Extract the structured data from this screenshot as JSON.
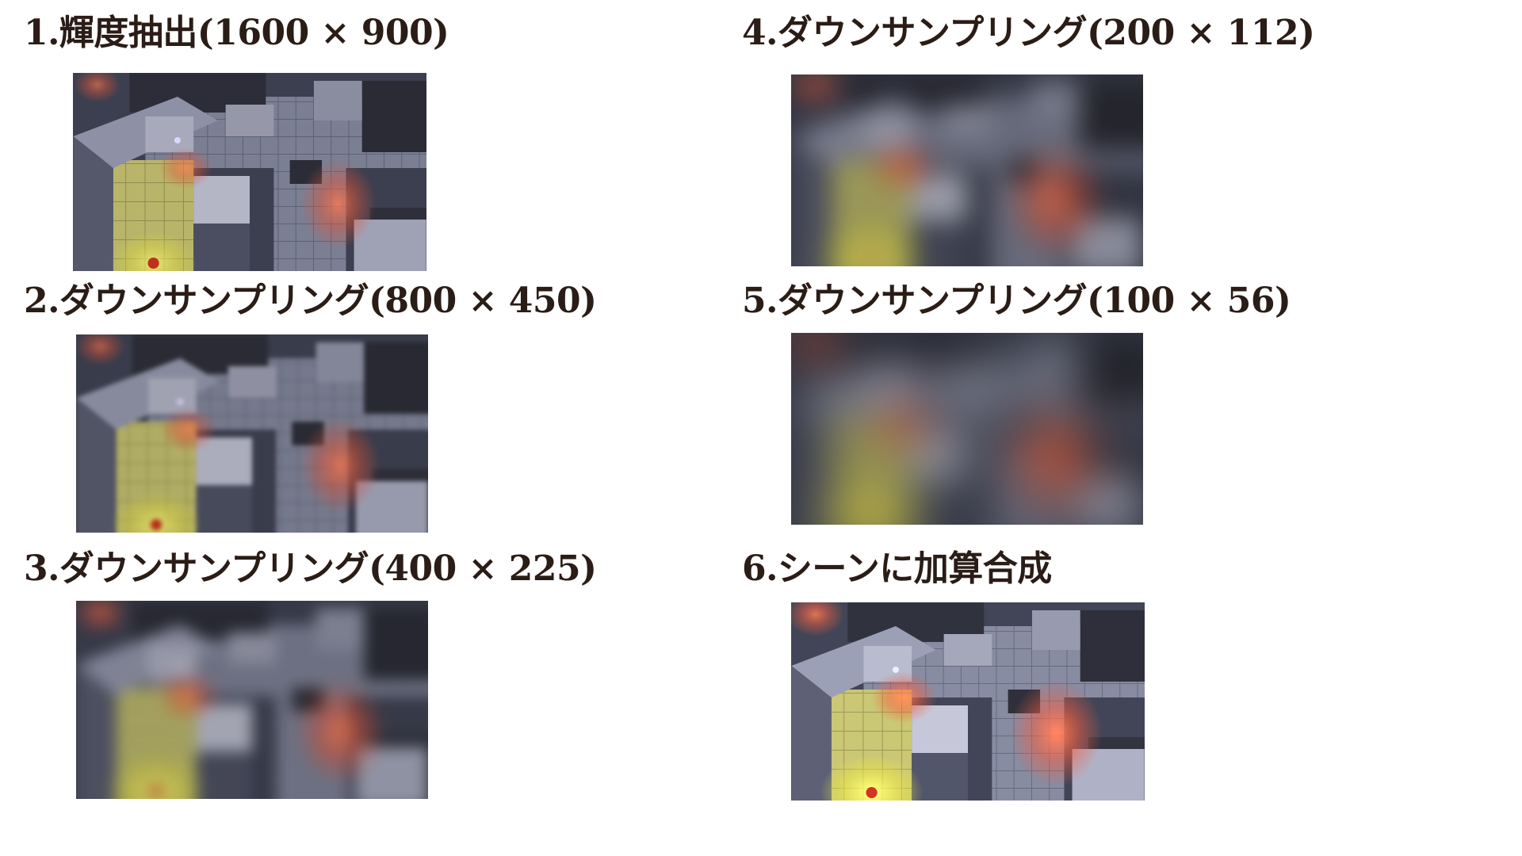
{
  "steps": [
    {
      "title": "1.輝度抽出(1600 × 900)",
      "blur": 0,
      "glow": 0.25,
      "base": 1.0
    },
    {
      "title": "2.ダウンサンプリング(800 × 450)",
      "blur": 3,
      "glow": 0.35,
      "base": 0.95
    },
    {
      "title": "3.ダウンサンプリング(400 × 225)",
      "blur": 9,
      "glow": 0.55,
      "base": 0.9
    },
    {
      "title": "4.ダウンサンプリング(200 × 112)",
      "blur": 16,
      "glow": 0.75,
      "base": 0.85
    },
    {
      "title": "5.ダウンサンプリング(100 × 56)",
      "blur": 26,
      "glow": 0.9,
      "base": 0.8
    },
    {
      "title": "6.シーンに加算合成",
      "blur": 0,
      "glow": 0.6,
      "base": 1.1
    }
  ]
}
